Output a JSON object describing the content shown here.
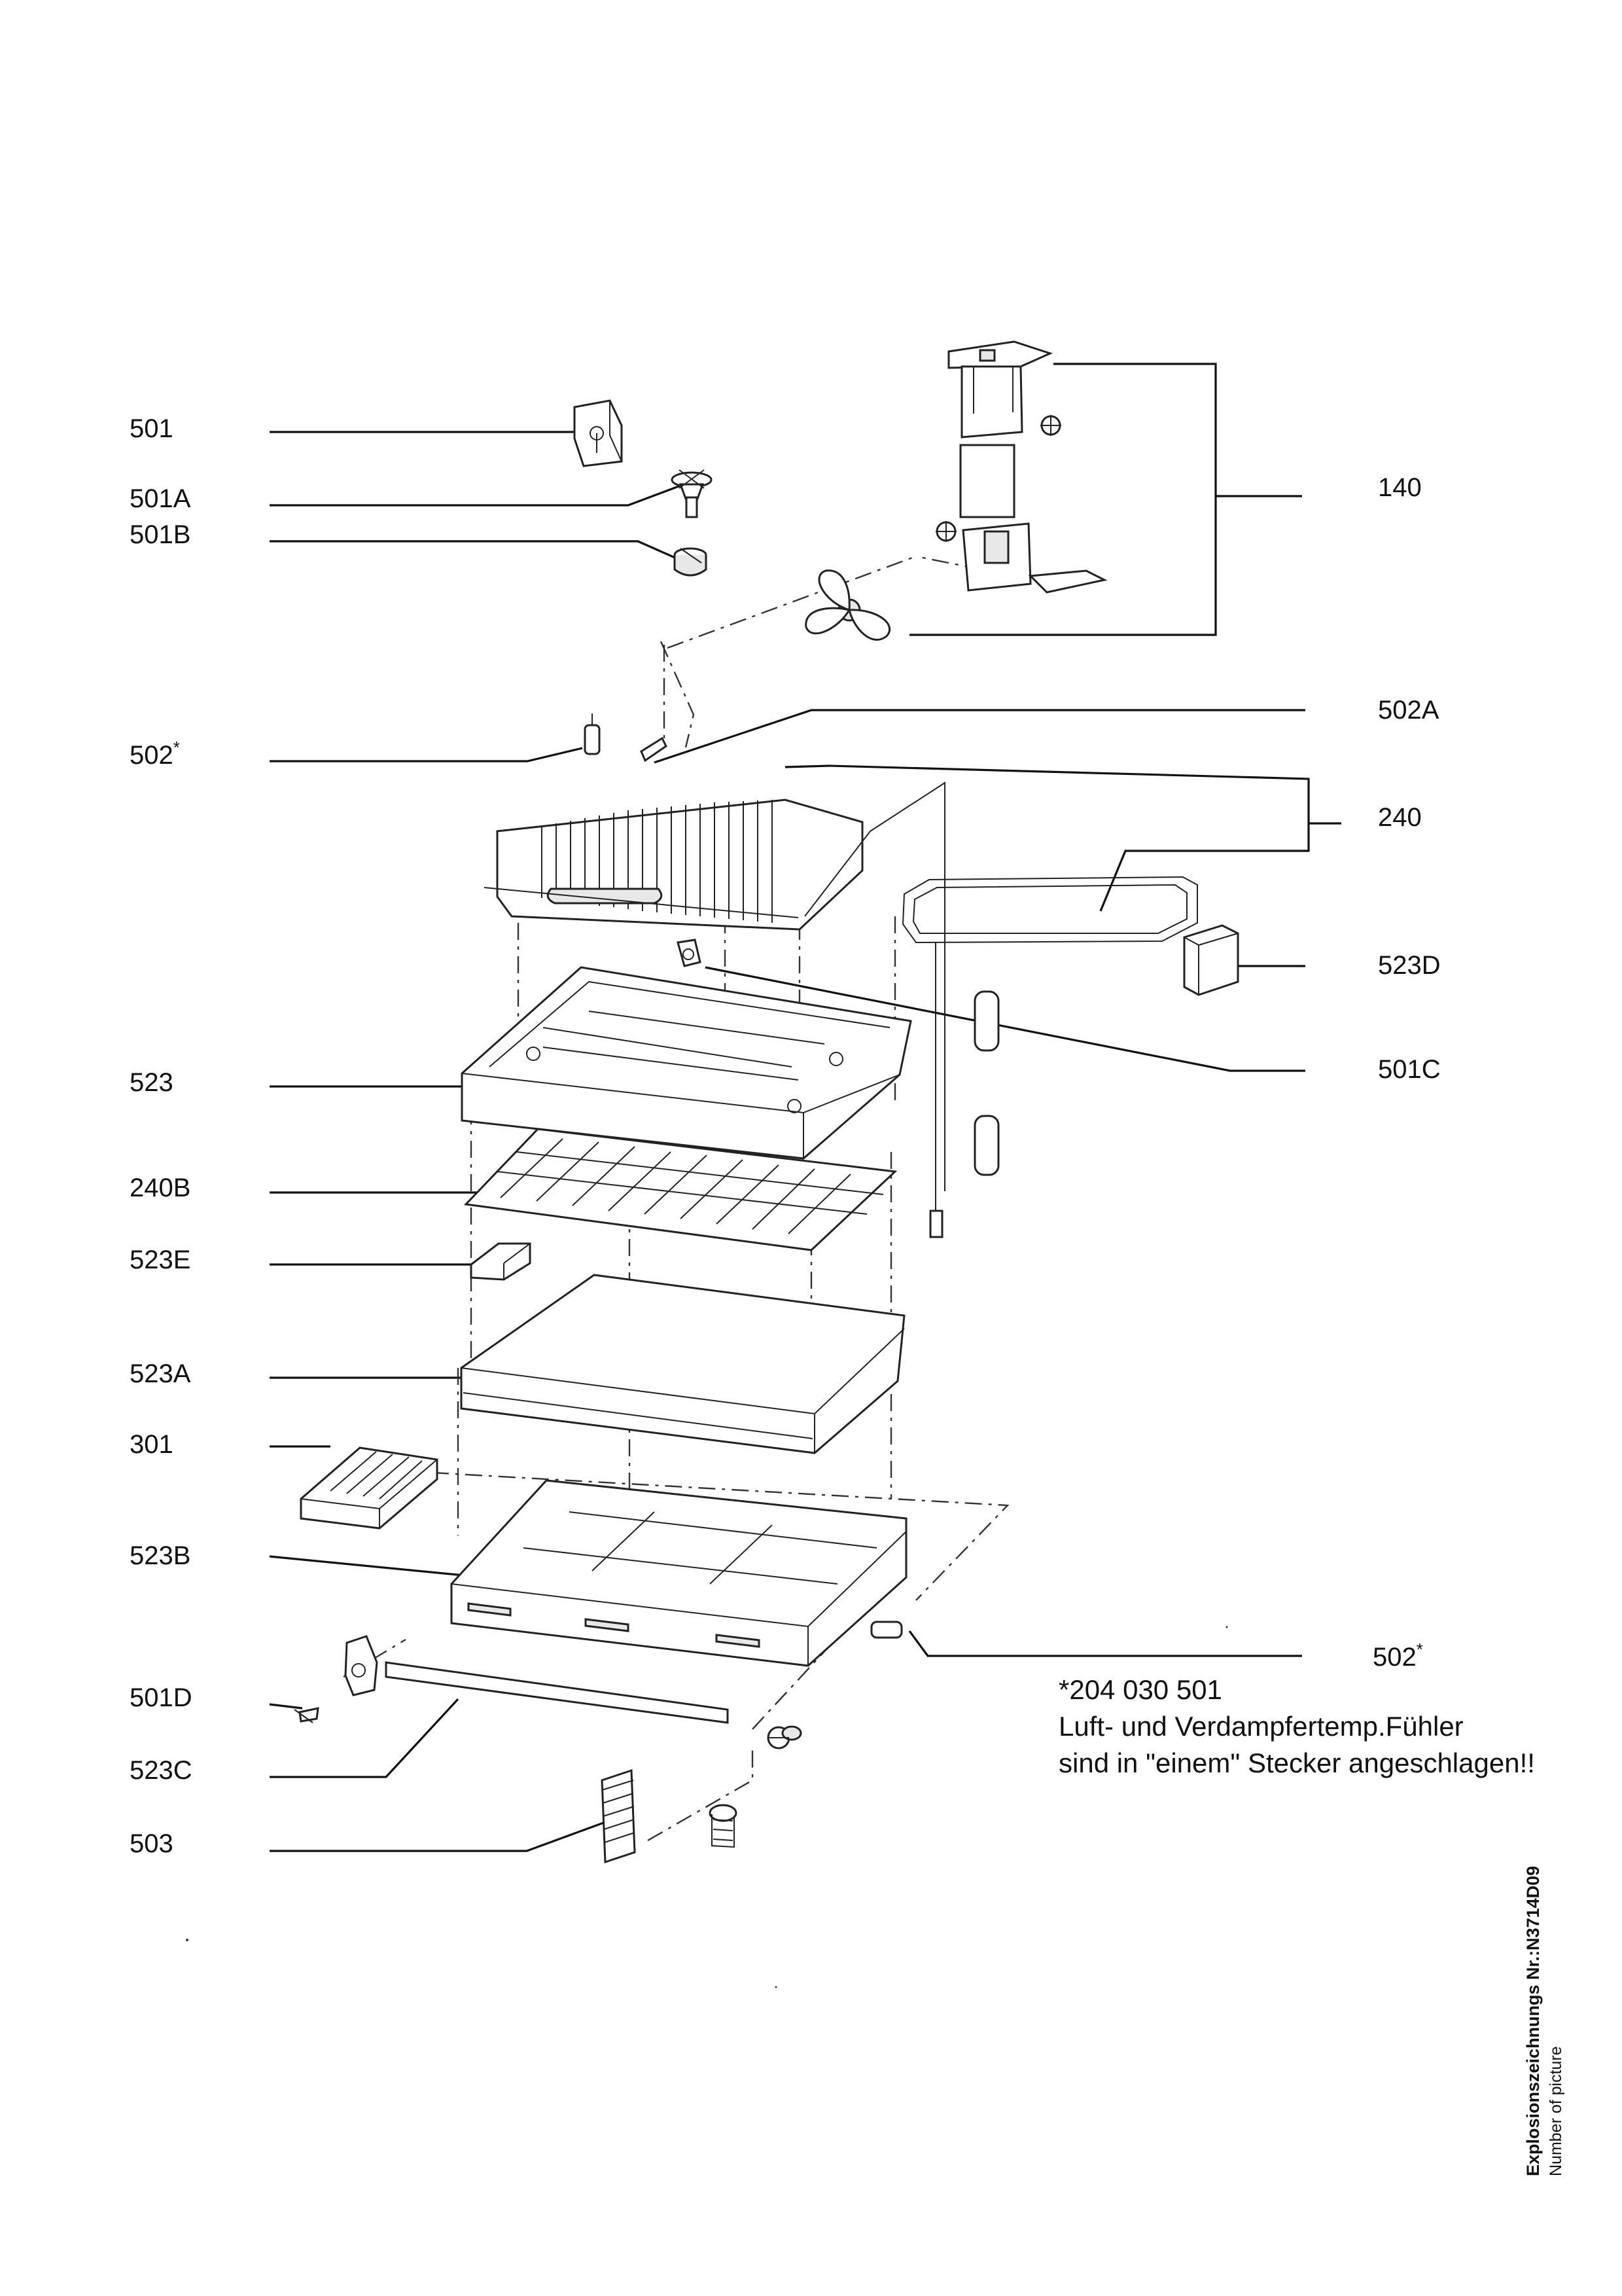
{
  "labels_left": {
    "l501": "501",
    "l501A": "501A",
    "l501B": "501B",
    "l502": "502",
    "l502_mark": "*",
    "l523": "523",
    "l240B": "240B",
    "l523E": "523E",
    "l523A": "523A",
    "l301": "301",
    "l523B": "523B",
    "l501D": "501D",
    "l523C": "523C",
    "l503": "503"
  },
  "labels_right": {
    "l140": "140",
    "l502A": "502A",
    "l240": "240",
    "l523D": "523D",
    "l501C": "501C",
    "l502b": "502",
    "l502b_mark": "*"
  },
  "note": {
    "line1": "*204 030 501",
    "line2": "Luft- und Verdampfertemp.Fühler",
    "line3": "sind in \"einem\" Stecker angeschlagen!!"
  },
  "picture_code": {
    "code": "Explosionszeichnungs Nr.:N3714D09",
    "caption": "Number of picture"
  }
}
